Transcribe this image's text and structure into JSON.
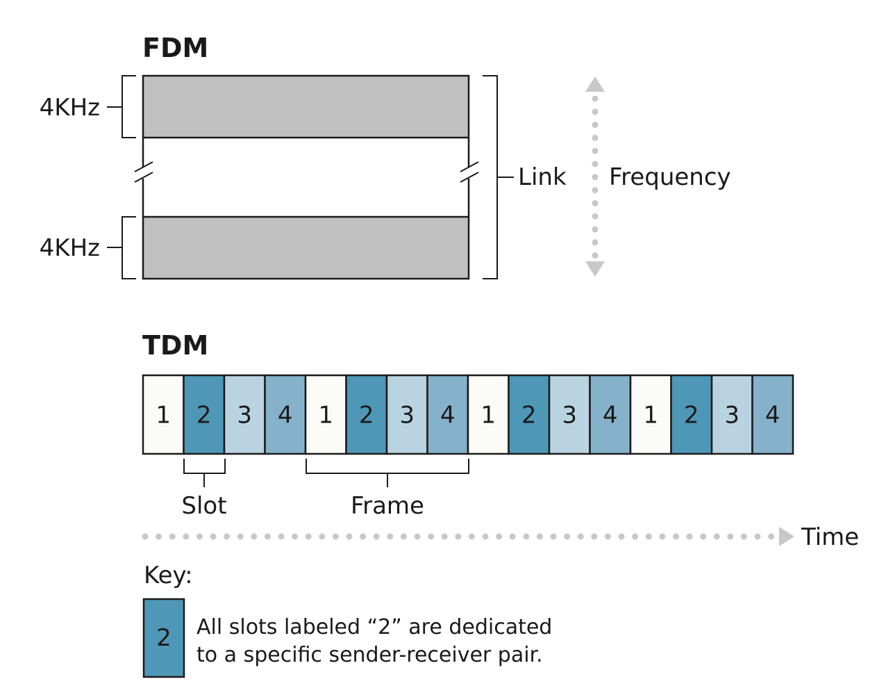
{
  "fdm": {
    "title": "FDM",
    "band_top_label": "4KHz",
    "band_bottom_label": "4KHz",
    "link_label": "Link",
    "frequency_label": "Frequency"
  },
  "tdm": {
    "title": "TDM",
    "slots": [
      "1",
      "2",
      "3",
      "4",
      "1",
      "2",
      "3",
      "4",
      "1",
      "2",
      "3",
      "4",
      "1",
      "2",
      "3",
      "4"
    ],
    "slot_label": "Slot",
    "frame_label": "Frame",
    "time_label": "Time"
  },
  "key": {
    "title": "Key:",
    "swatch_label": "2",
    "line1": "All slots labeled “2” are dedicated",
    "line2": "to a specific sender-receiver pair."
  },
  "colors": {
    "band_fill": "#c0c0c0",
    "slot_1": "#fbfcf8",
    "slot_2": "#4f97b6",
    "slot_3": "#bad3e1",
    "slot_4": "#86b1cb",
    "arrow_gray": "#c8c8c8",
    "stroke": "#1a1a1a"
  }
}
